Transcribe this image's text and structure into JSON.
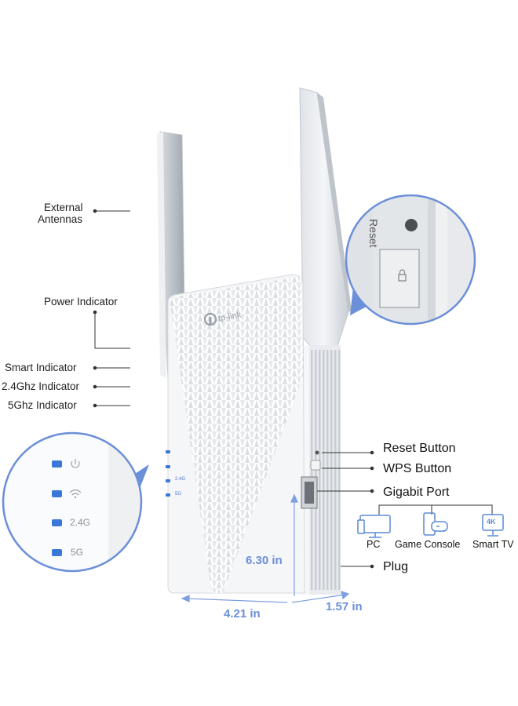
{
  "labels_left": {
    "external_antennas_line1": "External",
    "external_antennas_line2": "Antennas",
    "power_indicator": "Power Indicator",
    "smart_indicator": "Smart Indicator",
    "ghz24_indicator": "2.4Ghz Indicator",
    "ghz5_indicator": "5Ghz Indicator"
  },
  "labels_right": {
    "reset_button": "Reset Button",
    "wps_button": "WPS Button",
    "gigabit_port": "Gigabit Port",
    "plug": "Plug"
  },
  "devices": [
    {
      "label": "PC",
      "icon": "monitor-icon"
    },
    {
      "label": "Game Console",
      "icon": "game-console-icon"
    },
    {
      "label": "Smart TV",
      "icon": "tv-icon",
      "badge": "4K"
    }
  ],
  "dimensions": {
    "height": "6.30 in",
    "width": "4.21 in",
    "depth": "1.57 in"
  },
  "brand": "tp-link",
  "reset_zoom_text": "Reset",
  "led_zoom_labels": {
    "band24": "2.4G",
    "band5": "5G"
  },
  "device_led_labels": {
    "band24": "2.4G",
    "band5": "5G"
  },
  "colors": {
    "accent": "#6b8fd8",
    "led": "#3a78d8",
    "device": "#f4f5f6"
  }
}
